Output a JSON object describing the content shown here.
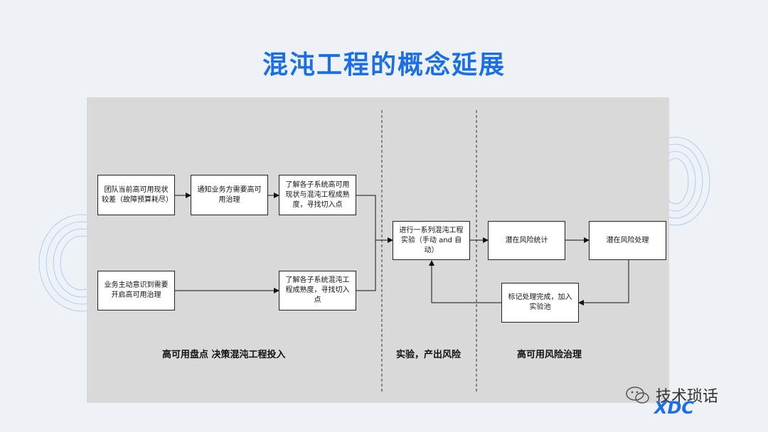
{
  "title": "混沌工程的概念延展",
  "boxes": {
    "team_status": "团队当前高可用现状较差（故障预算耗尽）",
    "notify_business": "通知业务方需要高可用治理",
    "understand_ha": "了解各子系统高可用现状与混沌工程成熟度，寻找切入点",
    "business_aware": "业务主动意识到需要开启高可用治理",
    "understand_chaos": "了解各子系统混沌工程成熟度，寻找切入点",
    "experiments": "进行一系列混沌工程实验（手动 and 自动）",
    "risk_stats": "潜在风险统计",
    "risk_handle": "潜在风险处理",
    "mark_done": "标记处理完成，加入实验池"
  },
  "sections": {
    "inventory": "高可用盘点 决策混沌工程投入",
    "experiment": "实验，产出风险",
    "governance": "高可用风险治理"
  },
  "watermark": {
    "text": "技术琐话",
    "logo": "XDC"
  }
}
